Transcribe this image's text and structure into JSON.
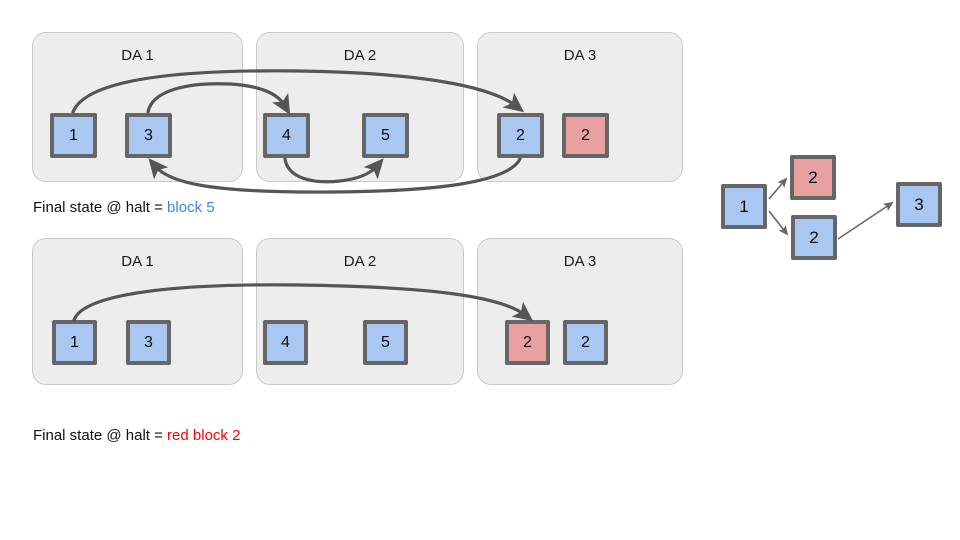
{
  "diagram": {
    "colors": {
      "block_blue": "#A9C7F0",
      "block_red": "#E8A0A0",
      "block_border": "#666666",
      "panel_fill": "#EDEDED",
      "panel_border": "#C9C9C9",
      "arrow": "#555555",
      "highlight_blue": "#4285F4",
      "highlight_red": "#FF0000"
    },
    "scenarios": [
      {
        "id": "scenario-top",
        "panels": [
          {
            "title": "DA 1",
            "blocks": [
              {
                "label": "1",
                "color": "blue"
              },
              {
                "label": "3",
                "color": "blue"
              }
            ]
          },
          {
            "title": "DA 2",
            "blocks": [
              {
                "label": "4",
                "color": "blue"
              },
              {
                "label": "5",
                "color": "blue"
              }
            ]
          },
          {
            "title": "DA 3",
            "blocks": [
              {
                "label": "2",
                "color": "blue"
              },
              {
                "label": "2",
                "color": "red"
              }
            ]
          }
        ],
        "arrows": [
          {
            "from": "DA1.block1",
            "to": "DA3.block2-blue",
            "direction": "over"
          },
          {
            "from": "DA1.block3",
            "to": "DA2.block4",
            "direction": "over"
          },
          {
            "from": "DA2.block4",
            "to": "DA2.block5",
            "direction": "under"
          },
          {
            "from": "DA3.block2-blue",
            "to": "DA1.block3",
            "direction": "under"
          }
        ],
        "caption": {
          "prefix": "Final state @ halt = ",
          "highlight": "block 5",
          "highlight_color": "blue"
        }
      },
      {
        "id": "scenario-bottom",
        "panels": [
          {
            "title": "DA 1",
            "blocks": [
              {
                "label": "1",
                "color": "blue"
              },
              {
                "label": "3",
                "color": "blue"
              }
            ]
          },
          {
            "title": "DA 2",
            "blocks": [
              {
                "label": "4",
                "color": "blue"
              },
              {
                "label": "5",
                "color": "blue"
              }
            ]
          },
          {
            "title": "DA 3",
            "blocks": [
              {
                "label": "2",
                "color": "red"
              },
              {
                "label": "2",
                "color": "blue"
              }
            ]
          }
        ],
        "arrows": [
          {
            "from": "DA1.block1",
            "to": "DA3.block2-red",
            "direction": "over"
          }
        ],
        "caption": {
          "prefix": "Final state @ halt = ",
          "highlight": "red block 2",
          "highlight_color": "red"
        }
      }
    ],
    "graph": {
      "nodes": [
        {
          "id": "n1",
          "label": "1",
          "color": "blue"
        },
        {
          "id": "n2r",
          "label": "2",
          "color": "red"
        },
        {
          "id": "n2b",
          "label": "2",
          "color": "blue"
        },
        {
          "id": "n3",
          "label": "3",
          "color": "blue"
        }
      ],
      "edges": [
        {
          "from": "n1",
          "to": "n2r"
        },
        {
          "from": "n1",
          "to": "n2b"
        },
        {
          "from": "n2b",
          "to": "n3"
        }
      ]
    }
  }
}
